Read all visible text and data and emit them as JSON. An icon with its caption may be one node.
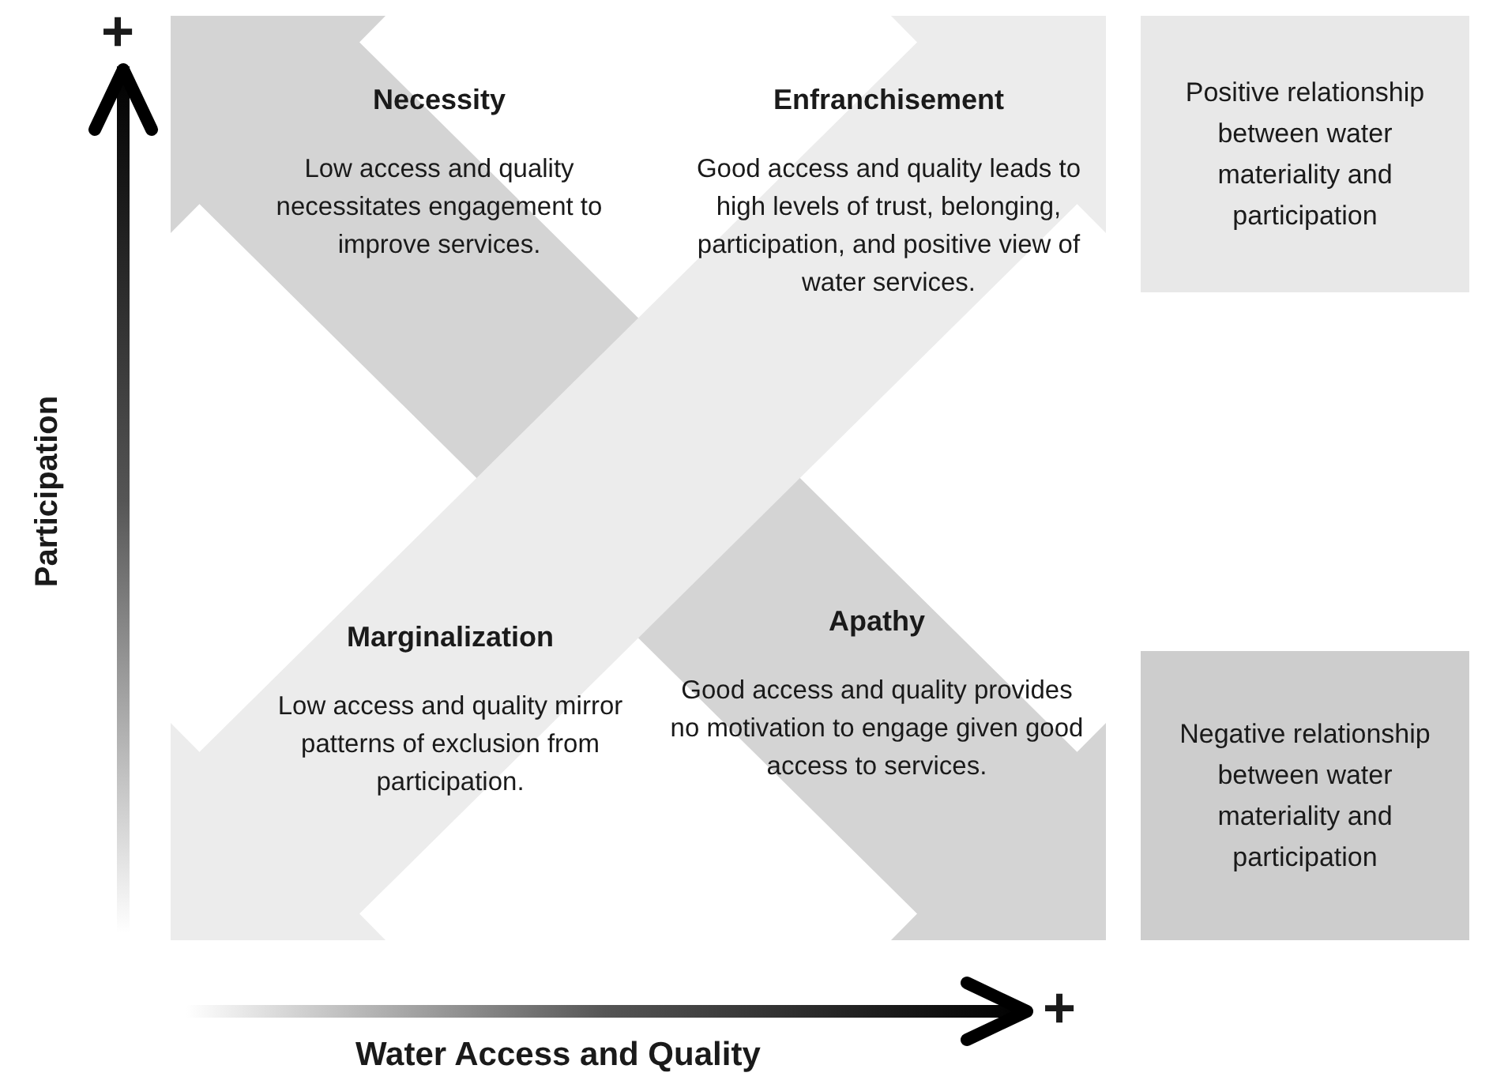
{
  "diagram": {
    "nodes": [
      {
        "text": [
          "Necessity",
          "Low access and quality necessitates engagement to improve services."
        ]
      },
      {
        "text": [
          "Enfranchisement",
          "Good access and quality leads to high levels of trust, belonging, participation, and positive view of water services."
        ]
      },
      {
        "text": [
          "Marginalization",
          "Low access and quality mirror patterns of exclusion from participation."
        ]
      },
      {
        "text": [
          "Apathy",
          "Good access and quality provides no motivation to engage given good access to services."
        ]
      },
      {
        "text": [
          "Positive relationship between water materiality and participation"
        ]
      },
      {
        "text": [
          "Negative relationship between water materiality and participation"
        ]
      }
    ],
    "labels": [
      "+",
      "Participation",
      "+",
      "Water Access and Quality"
    ]
  }
}
